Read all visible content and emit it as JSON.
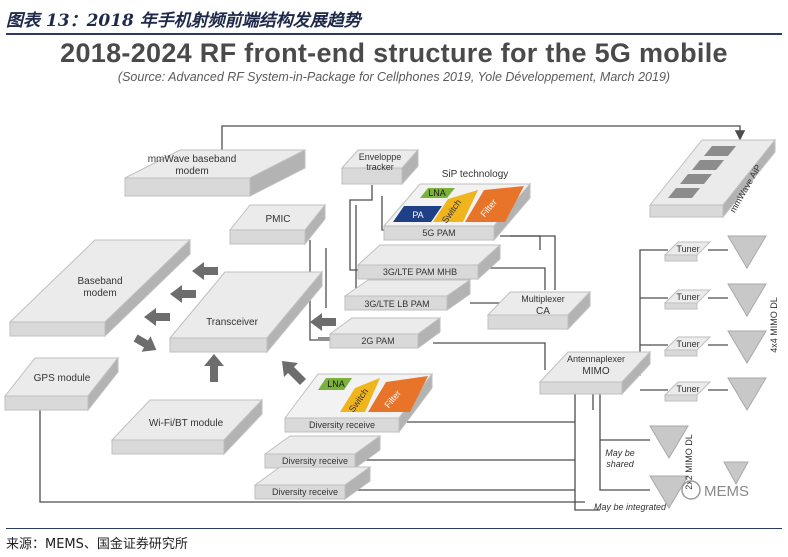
{
  "figure_label": "图表 13：2018 年手机射频前端结构发展趋势",
  "title": "2018-2024 RF front-end structure for the 5G mobile",
  "subtitle": "(Source: Advanced RF System-in-Package for Cellphones 2019, Yole Développement, March 2019)",
  "source": "来源：MEMS、国金证券研究所",
  "blocks": {
    "mmwave_modem_1": "mmWave baseband",
    "mmwave_modem_2": "modem",
    "envelope_1": "Enveloppe",
    "envelope_2": "tracker",
    "sip": "SiP technology",
    "lna": "LNA",
    "pa": "PA",
    "switch": "Switch",
    "filter": "Filter",
    "pam_5g": "5G PAM",
    "pmic": "PMIC",
    "pam_mhb": "3G/LTE PAM MHB",
    "pam_lb": "3G/LTE LB PAM",
    "pam_2g": "2G PAM",
    "baseband_1": "Baseband",
    "baseband_2": "modem",
    "transceiver": "Transceiver",
    "mux_1": "Multiplexer",
    "mux_2": "CA",
    "antplex_1": "Antennaplexer",
    "antplex_2": "MIMO",
    "gps": "GPS module",
    "wifi": "Wi-Fi/BT module",
    "div_1": "Diversity receive",
    "div_2": "Diversity receive",
    "div_3": "Diversity receive",
    "aip": "mmWave AiP",
    "tuner": "Tuner",
    "mimo4": "4x4 MIMO DL",
    "mimo2": "2x2 MIMO DL",
    "may_shared_1": "May be",
    "may_shared_2": "shared",
    "may_integrated": "May be integrated",
    "watermark": "MEMS"
  },
  "colors": {
    "box_fill": "#d9d9d9",
    "box_side": "#b3b3b3",
    "lna": "#7bb23a",
    "pa": "#1f3f86",
    "switch": "#f0b41c",
    "filter": "#e8742a",
    "title_navy": "#2c3a66"
  }
}
